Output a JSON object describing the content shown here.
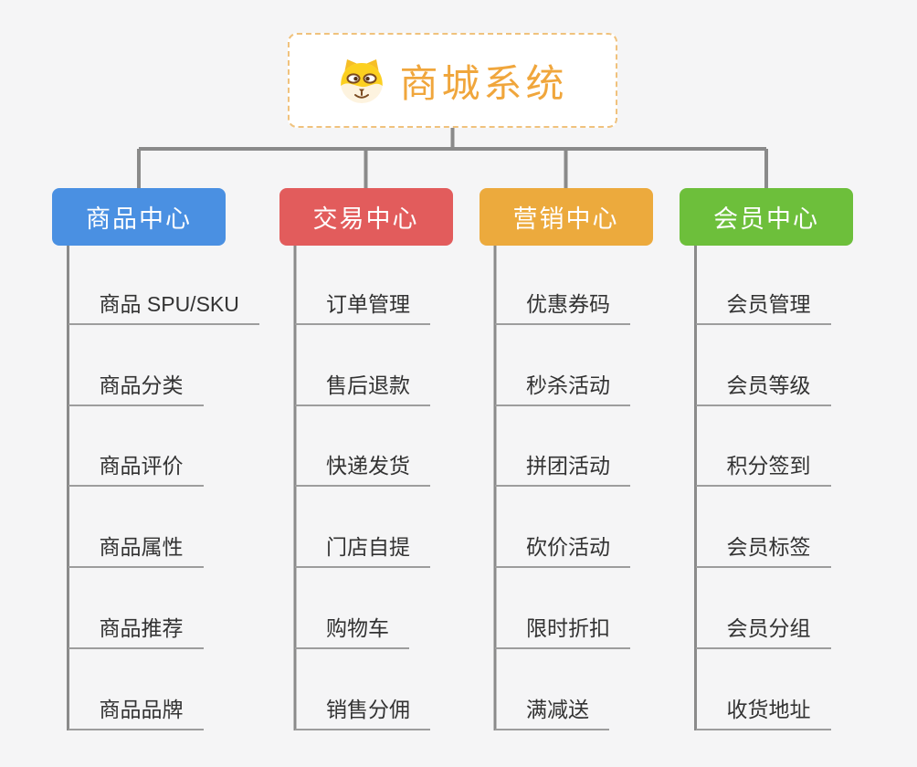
{
  "root": {
    "title": "商城系统",
    "icon": "dog-face-icon"
  },
  "branches": [
    {
      "label": "商品中心",
      "color": "#4a90e2",
      "children": [
        "商品 SPU/SKU",
        "商品分类",
        "商品评价",
        "商品属性",
        "商品推荐",
        "商品品牌"
      ]
    },
    {
      "label": "交易中心",
      "color": "#e25c5c",
      "children": [
        "订单管理",
        "售后退款",
        "快递发货",
        "门店自提",
        "购物车",
        "销售分佣"
      ]
    },
    {
      "label": "营销中心",
      "color": "#ecaa3d",
      "children": [
        "优惠券码",
        "秒杀活动",
        "拼团活动",
        "砍价活动",
        "限时折扣",
        "满减送"
      ]
    },
    {
      "label": "会员中心",
      "color": "#6dbf3b",
      "children": [
        "会员管理",
        "会员等级",
        "积分签到",
        "会员标签",
        "会员分组",
        "收货地址"
      ]
    }
  ],
  "colors": {
    "background": "#f5f5f6",
    "root_title": "#f0a63c",
    "root_border": "#f0c27d",
    "connector": "#8a8a8a",
    "underline": "#9d9d9d",
    "item_text": "#333333"
  }
}
